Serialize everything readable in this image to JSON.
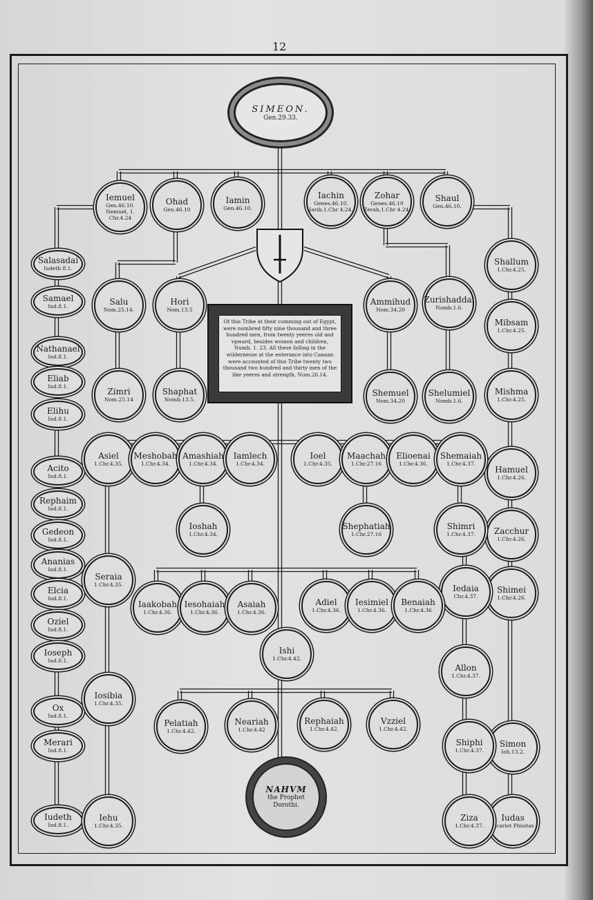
{
  "page_number": "12",
  "header_cartouche": {
    "name": "SIMEON.",
    "ref": "Gen.29.33."
  },
  "footer_cartouche": {
    "name": "NAHVM",
    "line1": "the Prophet",
    "line2": "Dorothi."
  },
  "tribe_note": "Of this Tribe at their comming out of Egypt, were numbred fifty nine thousand and three hundred men, from twenty yeeres old and vpward, besides women and children, Numb. 1. 23. All these falling in the wildernesse at the enterance into Canaan were accounted of this Tribe twenty two thousand two hundred and thirty men of the like yeeres and strength, Num.26.14.",
  "nodes": [
    {
      "id": "iemuel",
      "name": "Iemuel",
      "ref": "Gen.46.10. Nemuel, 1. Chr.4.24"
    },
    {
      "id": "ohad",
      "name": "Ohad",
      "ref": "Gen.46.10"
    },
    {
      "id": "iamin",
      "name": "Iamin",
      "ref": "Gen.46.10."
    },
    {
      "id": "iachin",
      "name": "Iachin",
      "ref": "Genes.46.10. Iarib,1.Chr 4.24."
    },
    {
      "id": "zohar",
      "name": "Zohar",
      "ref": "Genes.46.10 Zerah,1.Chr 4.24."
    },
    {
      "id": "shaul",
      "name": "Shaul",
      "ref": "Gen.46.10."
    },
    {
      "id": "salasadai",
      "name": "Salasadai",
      "ref": "Iudeth 8.1."
    },
    {
      "id": "samael",
      "name": "Samael",
      "ref": "Iud.8.1."
    },
    {
      "id": "nathanael",
      "name": "Nathanael",
      "ref": "Iud.8.1."
    },
    {
      "id": "eliab",
      "name": "Eliab",
      "ref": "Iud.8.1."
    },
    {
      "id": "elihu",
      "name": "Elihu",
      "ref": "Iud.8.1."
    },
    {
      "id": "acito",
      "name": "Acito",
      "ref": "Iud.8.1."
    },
    {
      "id": "rephaim",
      "name": "Rephaim",
      "ref": "Iud.8.1."
    },
    {
      "id": "gedeon",
      "name": "Gedeon",
      "ref": "Iud.8.1."
    },
    {
      "id": "ananias",
      "name": "Ananias",
      "ref": "Iud.8.1."
    },
    {
      "id": "elcia",
      "name": "Elcia",
      "ref": "Iud.8.1."
    },
    {
      "id": "oziel",
      "name": "Oziel",
      "ref": "Iud.8.1."
    },
    {
      "id": "ioseph",
      "name": "Ioseph",
      "ref": "Iud.8.1."
    },
    {
      "id": "ox",
      "name": "Ox",
      "ref": "Iud.8.1."
    },
    {
      "id": "merari",
      "name": "Merari",
      "ref": "Iud.8.1."
    },
    {
      "id": "iudeth",
      "name": "Iudeth",
      "ref": "Iud.8.1."
    },
    {
      "id": "salu",
      "name": "Salu",
      "ref": "Nom.25.14."
    },
    {
      "id": "zimri",
      "name": "Zimri",
      "ref": "Nom.25.14"
    },
    {
      "id": "hori",
      "name": "Hori",
      "ref": "Nom.13.5"
    },
    {
      "id": "shaphat",
      "name": "Shaphat",
      "ref": "Nomb.13.5."
    },
    {
      "id": "ammihud",
      "name": "Ammihud",
      "ref": "Nom.34.20"
    },
    {
      "id": "zurishaddai",
      "name": "Zurishaddai",
      "ref": "Nomb.1.6."
    },
    {
      "id": "shemuel",
      "name": "Shemuel",
      "ref": "Nom.34.20"
    },
    {
      "id": "shelumiel",
      "name": "Shelumiel",
      "ref": "Nomb.1.6."
    },
    {
      "id": "shallum",
      "name": "Shallum",
      "ref": "1.Chr.4.25."
    },
    {
      "id": "mibsam",
      "name": "Mibsam",
      "ref": "1.Chr.4.25."
    },
    {
      "id": "mishma",
      "name": "Mishma",
      "ref": "1.Chr.4.25."
    },
    {
      "id": "hamuel",
      "name": "Hamuel",
      "ref": "1.Chr.4.26."
    },
    {
      "id": "zacchur",
      "name": "Zacchur",
      "ref": "1.Chr.4.26."
    },
    {
      "id": "shimei",
      "name": "Shimei",
      "ref": "1.Chr.4.26."
    },
    {
      "id": "simon",
      "name": "Simon",
      "ref": "Ioh.13.2."
    },
    {
      "id": "iudas",
      "name": "Iudas",
      "ref": "Iscariot Phisitas"
    },
    {
      "id": "asiel",
      "name": "Asiel",
      "ref": "1.Chr.4.35."
    },
    {
      "id": "meshobah",
      "name": "Meshobah",
      "ref": "1.Chr.4.34."
    },
    {
      "id": "amashiah",
      "name": "Amashiah",
      "ref": "1.Chr.4.34."
    },
    {
      "id": "iamlech",
      "name": "Iamlech",
      "ref": "1.Chr.4.34."
    },
    {
      "id": "ioel",
      "name": "Ioel",
      "ref": "1.Chr.4.35."
    },
    {
      "id": "maachah",
      "name": "Maachah",
      "ref": "1.Chr.27.16"
    },
    {
      "id": "elioenai",
      "name": "Elioenai",
      "ref": "1.Chr.4.36."
    },
    {
      "id": "shemaiah",
      "name": "Shemaiah",
      "ref": "1.Chr.4.37."
    },
    {
      "id": "ioshah",
      "name": "Ioshah",
      "ref": "1.Chr.4.34."
    },
    {
      "id": "shephatiah",
      "name": "Shephatiah",
      "ref": "1.Chr.27.16"
    },
    {
      "id": "shimri",
      "name": "Shimri",
      "ref": "1.Chr.4.37."
    },
    {
      "id": "seraia",
      "name": "Seraia",
      "ref": "1.Chr.4.35."
    },
    {
      "id": "iedaia",
      "name": "Iedaia",
      "ref": "Chr.4.37."
    },
    {
      "id": "allon",
      "name": "Allon",
      "ref": "1.Chr.4.37."
    },
    {
      "id": "shiphi",
      "name": "Shiphi",
      "ref": "1.Chr.4.37."
    },
    {
      "id": "ziza",
      "name": "Ziza",
      "ref": "1.Chr.4.37."
    },
    {
      "id": "iaakobah",
      "name": "Iaakobah",
      "ref": "1.Chr.4.36."
    },
    {
      "id": "iesohaiah",
      "name": "Iesohaiah",
      "ref": "1.Chr.4.36."
    },
    {
      "id": "asaiah",
      "name": "Asaiah",
      "ref": "1.Chr.4.36."
    },
    {
      "id": "adiel",
      "name": "Adiel",
      "ref": "1.Chr.4.36."
    },
    {
      "id": "iesimiel",
      "name": "Iesimiel",
      "ref": "1.Chr.4.36."
    },
    {
      "id": "benaiah",
      "name": "Benaiah",
      "ref": "1.Chr.4.36"
    },
    {
      "id": "ishi",
      "name": "Ishi",
      "ref": "1.Chr.4.42."
    },
    {
      "id": "pelatiah",
      "name": "Pelatiah",
      "ref": "1.Chr.4.42."
    },
    {
      "id": "neariah",
      "name": "Neariah",
      "ref": "1.Chr.4.42"
    },
    {
      "id": "rephaiah",
      "name": "Rephaiah",
      "ref": "1.Chr.4.42."
    },
    {
      "id": "vzziel",
      "name": "Vzziel",
      "ref": "1.Chr.4.42."
    },
    {
      "id": "iosibia",
      "name": "Iosibia",
      "ref": "1.Chr.4.35."
    },
    {
      "id": "iehu",
      "name": "Iehu",
      "ref": "1.Chr.4.35."
    }
  ]
}
